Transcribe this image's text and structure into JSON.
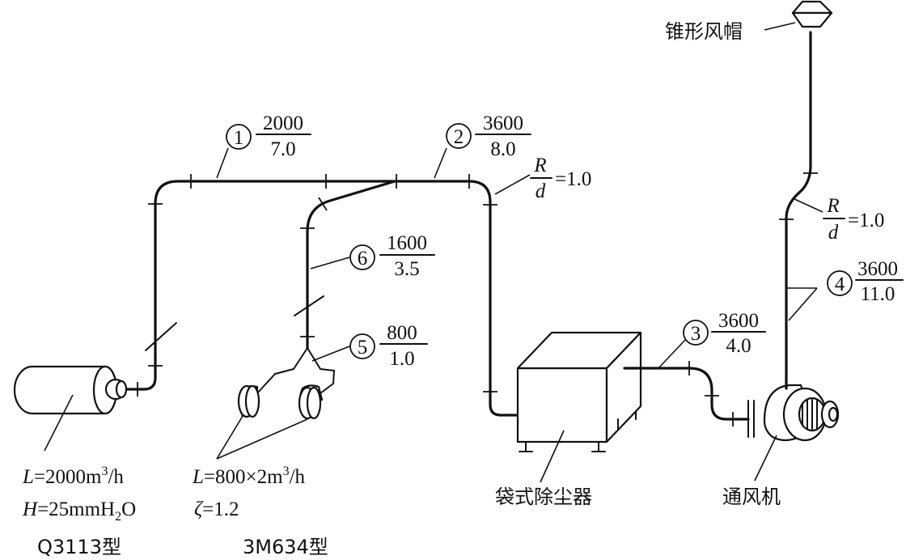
{
  "labels": {
    "hood": "锥形风帽",
    "filter": "袋式除尘器",
    "fan": "通风机",
    "source1_model": "Q3113型",
    "source2_model": "3M634型",
    "source1_L_pre": "L",
    "source1_L_val": "=2000m",
    "source1_L_exp": "3",
    "source1_L_unit": "/h",
    "source1_H_pre": "H",
    "source1_H_val": "=25mmH",
    "source1_H_sub": "2",
    "source1_H_end": "O",
    "source2_L_pre": "L",
    "source2_L_val": "=800×2m",
    "source2_L_exp": "3",
    "source2_L_unit": "/h",
    "source2_zeta_sym": "ζ",
    "source2_zeta_val": "=1.2"
  },
  "segments": [
    {
      "no": "1",
      "flow": "2000",
      "velocity": "7.0"
    },
    {
      "no": "2",
      "flow": "3600",
      "velocity": "8.0"
    },
    {
      "no": "3",
      "flow": "3600",
      "velocity": "4.0"
    },
    {
      "no": "4",
      "flow": "3600",
      "velocity": "11.0"
    },
    {
      "no": "5",
      "flow": "800",
      "velocity": "1.0"
    },
    {
      "no": "6",
      "flow": "1600",
      "velocity": "3.5"
    }
  ],
  "bends": [
    {
      "num": "R",
      "den": "d",
      "value": "=1.0"
    },
    {
      "num": "R",
      "den": "d",
      "value": "=1.0"
    }
  ]
}
